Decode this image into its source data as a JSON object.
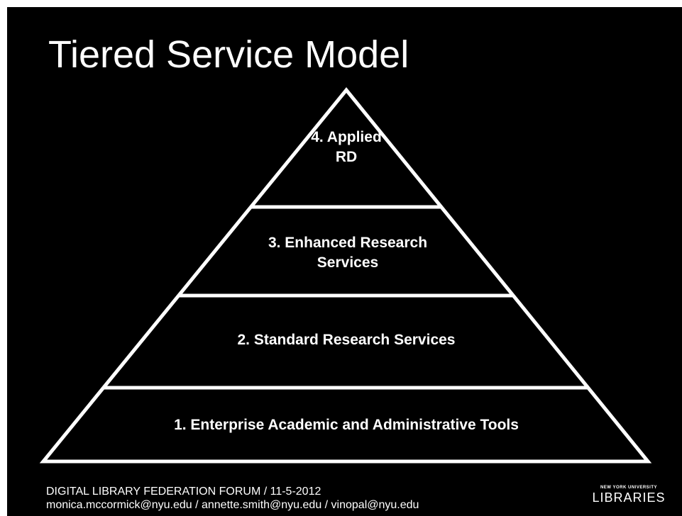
{
  "slide": {
    "title": "Tiered Service Model",
    "tiers": [
      {
        "label": "1. Enterprise Academic and Administrative Tools"
      },
      {
        "label": "2. Standard Research Services"
      },
      {
        "label": "3. Enhanced Research Services"
      },
      {
        "label": "4. Applied RD"
      }
    ],
    "footer": {
      "line1": "DIGITAL LIBRARY FEDERATION FORUM /  11-5-2012",
      "line2": "monica.mccormick@nyu.edu  /  annette.smith@nyu.edu  /  vinopal@nyu.edu"
    },
    "logo": {
      "top": "NEW YORK UNIVERSITY",
      "bottom": "LIBRARIES"
    },
    "colors": {
      "background": "#000000",
      "foreground": "#ffffff",
      "page": "#ffffff"
    }
  }
}
